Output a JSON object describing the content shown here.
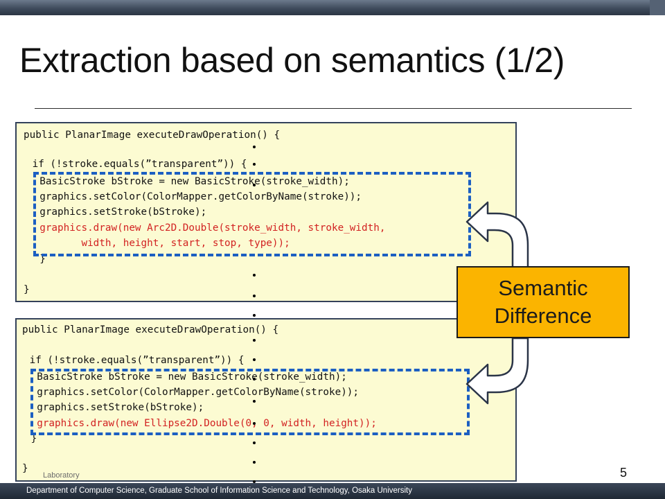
{
  "slide": {
    "title": "Extraction based on semantics  (1/2)",
    "page_number": "5"
  },
  "code_top": {
    "lines": [
      {
        "text": "public PlanarImage executeDrawOperation() {",
        "color": "black"
      },
      {
        "text": " if (!stroke.equals(”transparent”)) {",
        "color": "black"
      },
      {
        "text": "  BasicStroke bStroke = new BasicStroke(stroke_width);",
        "color": "black"
      },
      {
        "text": "  graphics.setColor(ColorMapper.getColorByName(stroke));",
        "color": "black"
      },
      {
        "text": "  graphics.setStroke(bStroke);",
        "color": "black"
      },
      {
        "text": "  graphics.draw(new Arc2D.Double(stroke_width, stroke_width,",
        "color": "red"
      },
      {
        "text": "         width, height, start, stop, type));",
        "color": "red"
      },
      {
        "text": "  }",
        "color": "black"
      },
      {
        "text": "}",
        "color": "black"
      }
    ]
  },
  "code_bottom": {
    "lines": [
      {
        "text": "public PlanarImage executeDrawOperation() {",
        "color": "black"
      },
      {
        "text": " if (!stroke.equals(”transparent”)) {",
        "color": "black"
      },
      {
        "text": "  BasicStroke bStroke = new BasicStroke(stroke_width);",
        "color": "black"
      },
      {
        "text": "  graphics.setColor(ColorMapper.getColorByName(stroke));",
        "color": "black"
      },
      {
        "text": "  graphics.setStroke(bStroke);",
        "color": "black"
      },
      {
        "text": "  graphics.draw(new Ellipse2D.Double(0, 0, width, height));",
        "color": "red"
      },
      {
        "text": " }",
        "color": "black"
      },
      {
        "text": "}",
        "color": "black"
      }
    ]
  },
  "callout": {
    "label": "Semantic\nDifference"
  },
  "footer": {
    "text": "Department of Computer Science, Graduate School of Information Science and Technology, Osaka University",
    "lab_text": "Laboratory"
  },
  "colors": {
    "panel_bg": "#fcfbd2",
    "dash_border": "#1c5fc2",
    "highlight_red": "#d22222",
    "callout_bg": "#fbb400",
    "header_footer": "#2c3644"
  }
}
